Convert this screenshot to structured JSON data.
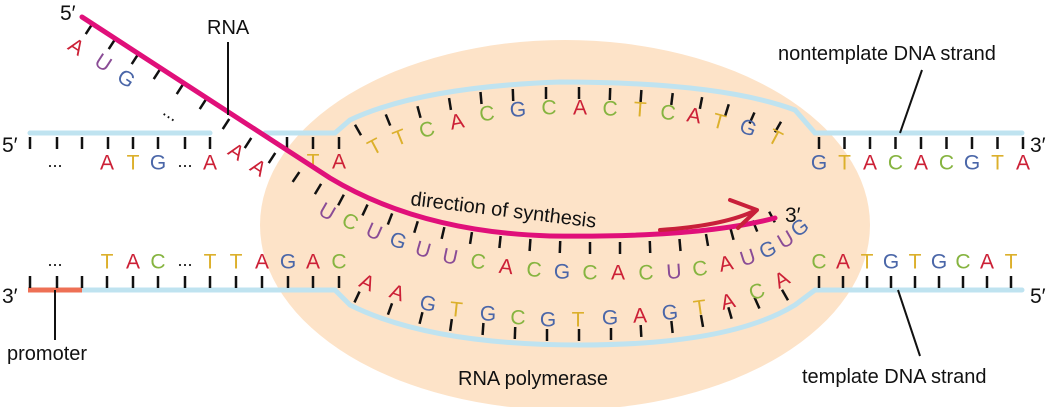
{
  "colors": {
    "A": "#cc2036",
    "T": "#dcb02c",
    "C": "#86b440",
    "G": "#4a66a8",
    "U": "#8a4c96",
    "rna_strand": "#e0107a",
    "dna_strand": "#bfe3f0",
    "promoter": "#ee7055",
    "polymerase": "#fde3c8",
    "arrow": "#c8203a",
    "ticks": "#111111"
  },
  "labels": {
    "rna": "RNA",
    "nontemplate": "nontemplate DNA strand",
    "template": "template DNA strand",
    "promoter": "promoter",
    "polymerase": "RNA polymerase",
    "direction": "direction of synthesis"
  },
  "primes": {
    "rna_5": "5′",
    "rna_3": "3′",
    "nontemplate_5": "5′",
    "nontemplate_3": "3′",
    "template_3": "3′",
    "template_5": "5′"
  },
  "ellipsis": "...",
  "sequences": {
    "rna_tail": [
      "A",
      "U",
      "G"
    ],
    "nontemplate_left": [
      "...",
      "A",
      "T",
      "G",
      "...",
      "A"
    ],
    "nontemplate_paired": [
      "A",
      "A"
    ],
    "nontemplate_pre_bubble": [
      "T",
      "A"
    ],
    "nontemplate_bubble": [
      "T",
      "T",
      "C",
      "A",
      "C",
      "G",
      "C",
      "A",
      "C",
      "T",
      "C",
      "A",
      "T",
      "G",
      "T"
    ],
    "nontemplate_right": [
      "G",
      "T",
      "A",
      "C",
      "A",
      "C",
      "G",
      "T",
      "A"
    ],
    "rna_in_bubble": [
      "A",
      "A",
      "U",
      "C",
      "U",
      "G",
      "U",
      "U",
      "C",
      "A",
      "C",
      "G",
      "C",
      "A",
      "C",
      "U",
      "C",
      "A",
      "U",
      "G",
      "U",
      "G"
    ],
    "template_left": [
      "...",
      "T",
      "A",
      "C",
      "...",
      "T",
      "T",
      "A",
      "G",
      "A",
      "C"
    ],
    "template_bubble": [
      "A",
      "A",
      "G",
      "T",
      "G",
      "C",
      "G",
      "T",
      "G",
      "A",
      "G",
      "T",
      "A",
      "C",
      "A"
    ],
    "template_right": [
      "C",
      "A",
      "T",
      "G",
      "T",
      "G",
      "C",
      "A",
      "T"
    ]
  }
}
